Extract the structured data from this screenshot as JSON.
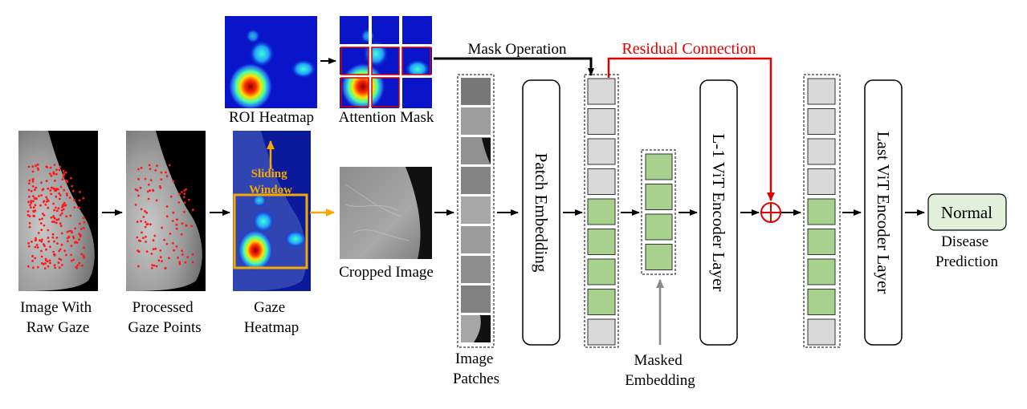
{
  "labels": {
    "image_raw_gaze": [
      "Image With",
      "Raw Gaze"
    ],
    "processed_gaze": [
      "Processed",
      "Gaze Points"
    ],
    "gaze_heatmap": [
      "Gaze",
      "Heatmap"
    ],
    "roi_heatmap": "ROI Heatmap",
    "attention_mask": "Attention Mask",
    "sliding_window": [
      "Sliding",
      "Window"
    ],
    "cropped_image": "Cropped Image",
    "mask_operation": "Mask Operation",
    "residual_connection": "Residual Connection",
    "image_patches": [
      "Image",
      "Patches"
    ],
    "patch_embedding": "Patch Embedding",
    "masked_embedding": [
      "Masked",
      "Embedding"
    ],
    "l1_vit_encoder": "L-1 ViT Encoder Layer",
    "last_vit_encoder": "Last ViT Encoder Layer",
    "disease_prediction": [
      "Disease",
      "Prediction"
    ],
    "prediction_output": "Normal"
  },
  "token_pattern": {
    "embedding_column": [
      "gray",
      "gray",
      "gray",
      "gray",
      "green",
      "green",
      "green",
      "green",
      "gray"
    ],
    "masked_column": [
      "green",
      "green",
      "green",
      "green"
    ],
    "output_column": [
      "gray",
      "gray",
      "gray",
      "gray",
      "green",
      "green",
      "green",
      "green",
      "gray"
    ]
  },
  "colors": {
    "token_gray": "#d9d9d9",
    "token_green": "#a9d18e",
    "residual_red": "#e00000",
    "sliding_orange": "#f5a800",
    "output_box_fill": "#e2efda",
    "heatmap_blue": "#0a14c8",
    "arrow": "#000000"
  },
  "icons": {
    "sum_node": "circle-plus-icon"
  }
}
